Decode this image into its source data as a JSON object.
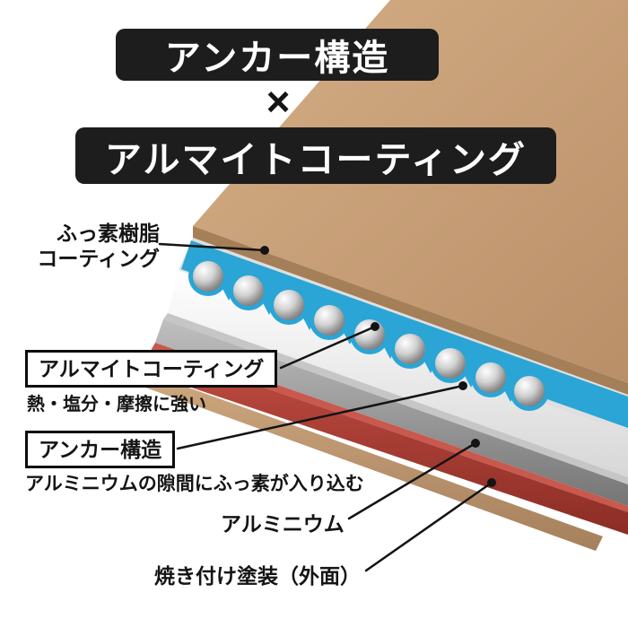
{
  "header": {
    "banner_top": "アンカー構造",
    "separator": "×",
    "banner_bottom": "アルマイトコーティング"
  },
  "callouts": {
    "fluorine": {
      "line1": "ふっ素樹脂",
      "line2": "コーティング"
    },
    "alumite": {
      "title": "アルマイトコーティング",
      "desc": "熱・塩分・摩擦に強い"
    },
    "anchor": {
      "title": "アンカー構造",
      "desc": "アルミニウムの隙間にふっ素が入り込む"
    },
    "aluminum": {
      "label": "アルミニウム"
    },
    "baked": {
      "label": "焼き付け塗装（外面）"
    }
  },
  "colors": {
    "banner_bg": "#1d1d1d",
    "fluorine_blue": "#2aa5d6",
    "pan_tan": "#c9a482",
    "alumite_gray": "#8f8f8f",
    "baked_red": "#a23a30",
    "text": "#141414"
  }
}
